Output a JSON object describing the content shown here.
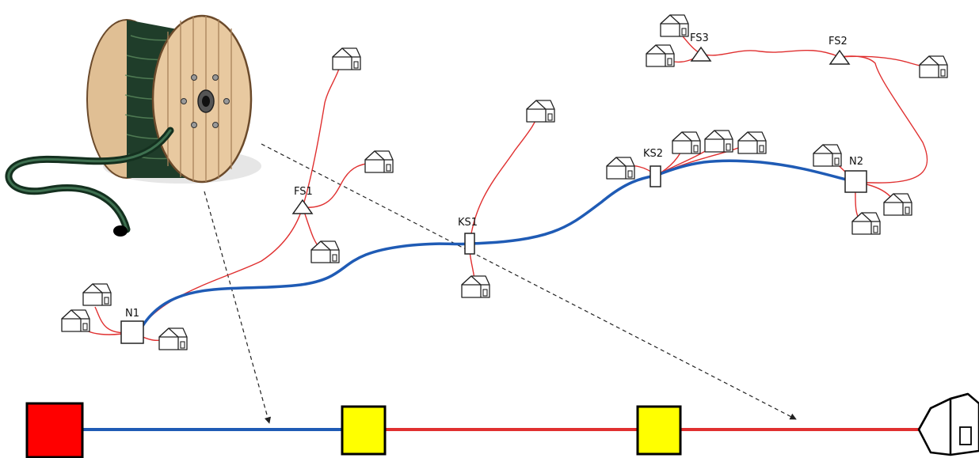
{
  "diagram": {
    "nodes": [
      {
        "id": "n1",
        "label": "N1",
        "kind": "node-box"
      },
      {
        "id": "fs1",
        "label": "FS1",
        "kind": "splice-triangle"
      },
      {
        "id": "ks1",
        "label": "KS1",
        "kind": "cable-joint"
      },
      {
        "id": "ks2",
        "label": "KS2",
        "kind": "cable-joint"
      },
      {
        "id": "n2",
        "label": "N2",
        "kind": "node-box"
      },
      {
        "id": "fs2",
        "label": "FS2",
        "kind": "splice-triangle"
      },
      {
        "id": "fs3",
        "label": "FS3",
        "kind": "splice-triangle"
      }
    ],
    "colors": {
      "trunk_cable": "#1f5bb5",
      "drop_cable": "#e03030",
      "head_end": "#ff0000",
      "junction": "#ffff00",
      "outline": "#000000",
      "cable_green": "#1f3d2a",
      "drum_wood": "#e8c9a0"
    },
    "icons": [
      "cable-drum-icon",
      "house-icon"
    ],
    "schematic": {
      "segments": [
        "head-end",
        "trunk-cable",
        "junction",
        "drop-cable",
        "junction",
        "drop-cable",
        "house"
      ]
    }
  }
}
